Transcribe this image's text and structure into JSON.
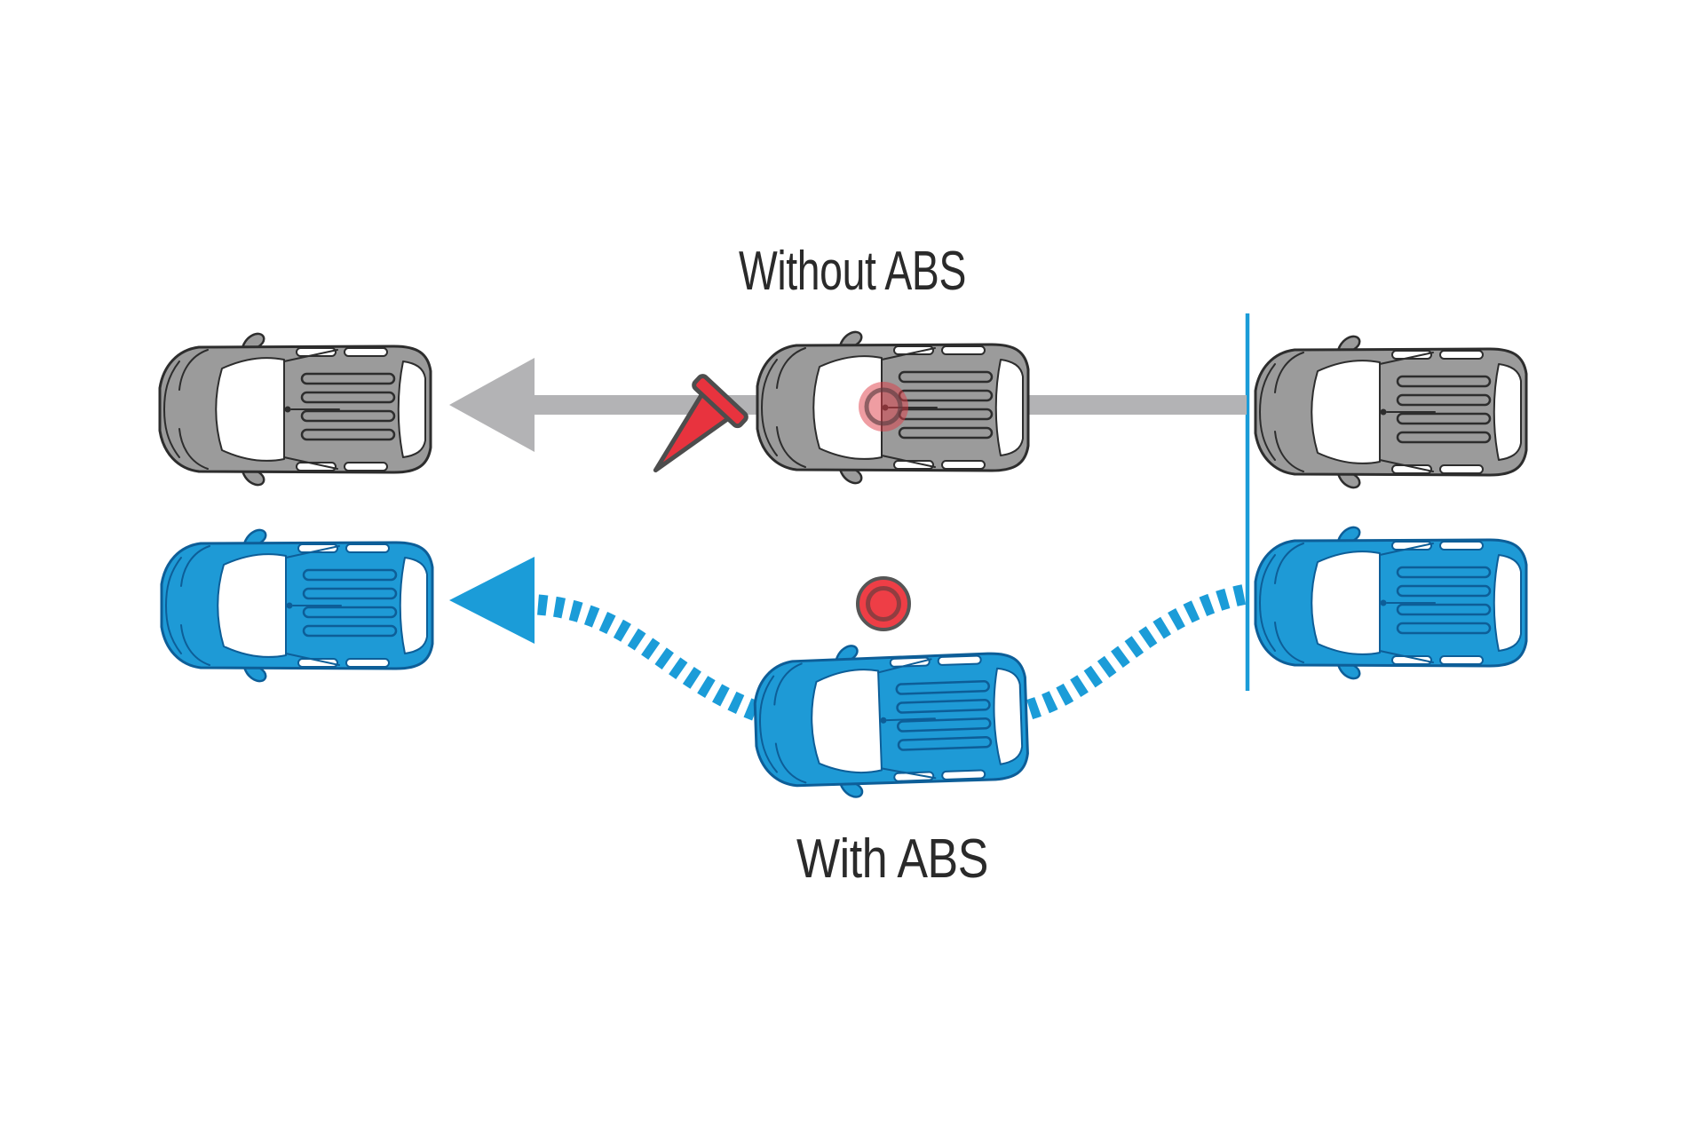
{
  "diagram": {
    "titles": {
      "without_abs": "Without ABS",
      "with_abs": "With ABS"
    },
    "colors": {
      "background": "#ffffff",
      "text": "#2a2a2a",
      "car_gray": "#9b9b9b",
      "car_gray_outline": "#2d2d2d",
      "car_blue": "#1e9ad6",
      "car_blue_outline": "#0d5e98",
      "arrow_gray": "#b3b3b5",
      "path_blue": "#1b9cd8",
      "barrier_blue": "#1b9cd8",
      "cone_red": "#e8333e",
      "brake_red": "#ee3e46"
    },
    "icons": {
      "car_top_view": "top-view-suv-illustration",
      "toppled_cone": "fallen-traffic-cone",
      "brake_marker": "red-brake-point-circle",
      "impact_marker": "red-impact-glow",
      "straight_skid_arrow": "gray-left-arrow",
      "abs_swerve_arrow": "blue-dashed-left-arrow",
      "barrier": "vertical-blue-line"
    }
  }
}
